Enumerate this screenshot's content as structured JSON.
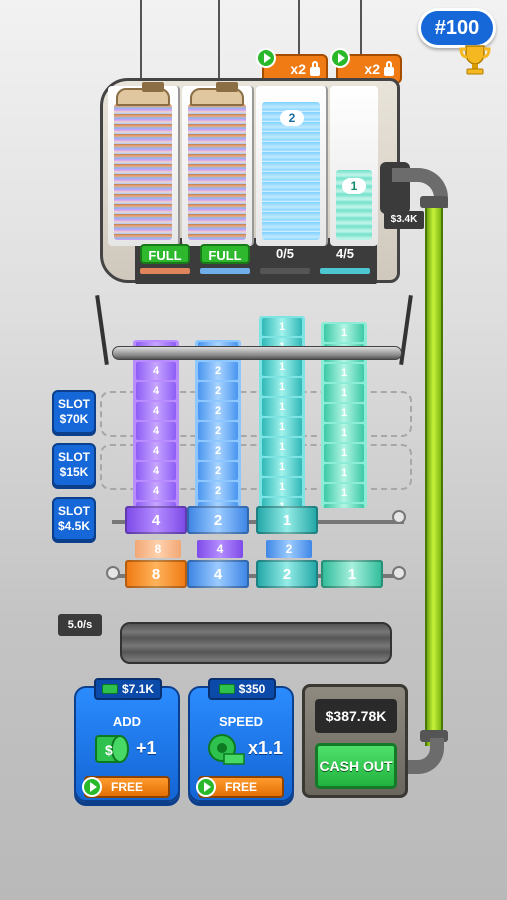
{
  "rank": {
    "label": "#100"
  },
  "storage": {
    "bays": [
      {
        "tag": "FULL",
        "kind": "full"
      },
      {
        "tag": "FULL",
        "kind": "full"
      },
      {
        "tag": "0/5",
        "kind": "count",
        "note": "2"
      },
      {
        "tag": "4/5",
        "kind": "count",
        "note": "1"
      }
    ],
    "locked_buttons": [
      {
        "label": "x2"
      },
      {
        "label": "x2"
      }
    ],
    "rate": "$3.4K"
  },
  "slots": [
    {
      "line1": "SLOT",
      "line2": "$70K"
    },
    {
      "line1": "SLOT",
      "line2": "$15K"
    },
    {
      "line1": "SLOT",
      "line2": "$4.5K"
    }
  ],
  "printer": {
    "columns": [
      {
        "color": "purple",
        "denomination": "4",
        "count": 9
      },
      {
        "color": "blue",
        "denomination": "2",
        "count": 9
      },
      {
        "color": "cyan",
        "denomination": "1",
        "count": 10
      },
      {
        "color": "teal",
        "denomination": "1",
        "count": 10
      }
    ],
    "upper_bills": [
      "4",
      "2",
      "1",
      ""
    ],
    "mini_bills": [
      "8",
      "4",
      "2",
      ""
    ],
    "lower_bills": [
      "8",
      "4",
      "2",
      "1"
    ]
  },
  "speed_rate": "5.0/s",
  "upgrades": {
    "add": {
      "price": "$7.1K",
      "title": "ADD",
      "bonus": "+1",
      "button": "FREE"
    },
    "speed": {
      "price": "$350",
      "title": "SPEED",
      "bonus": "x1.1",
      "button": "FREE"
    }
  },
  "cash": {
    "balance": "$387.78K",
    "button": "CASH OUT"
  },
  "colors": {
    "primary_blue": "#1668d8",
    "accent_orange": "#f07b14",
    "cash_green": "#22b33f",
    "pipe_green": "#c7f23a"
  }
}
